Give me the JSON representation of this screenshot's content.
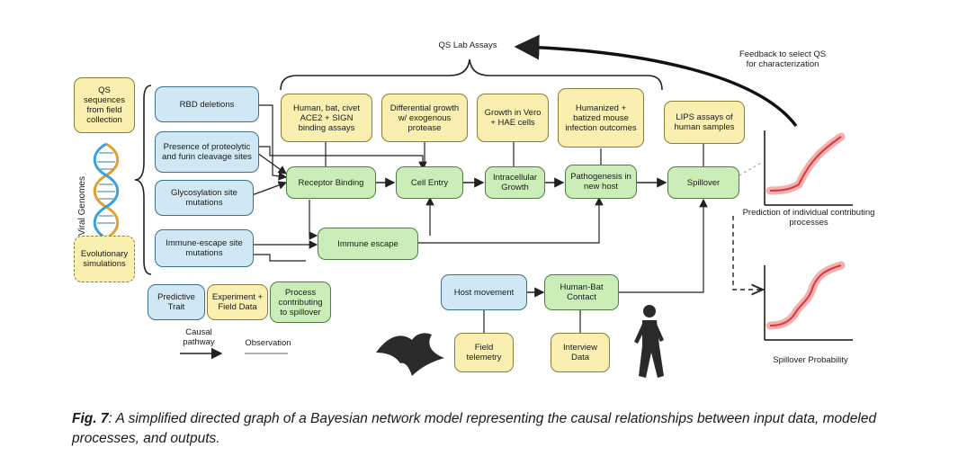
{
  "qs_lab_assays_label": "QS Lab Assays",
  "feedback_label": "Feedback to select QS for characterization",
  "viral_genomes_label": "Viral Genomes",
  "inputs": {
    "qs_sequences": "QS sequences from field collection",
    "evolutionary_simulations": "Evolutionary simulations"
  },
  "traits": [
    {
      "id": "rbd",
      "label": "RBD deletions"
    },
    {
      "id": "proteolytic",
      "label": "Presence of proteolytic and furin cleavage sites"
    },
    {
      "id": "glycosylation",
      "label": "Glycosylation site mutations"
    },
    {
      "id": "immune_escape_site",
      "label": "Immune-escape site mutations"
    }
  ],
  "assays": [
    {
      "id": "binding",
      "label": "Human, bat, civet ACE2 + SIGN binding assays"
    },
    {
      "id": "growth",
      "label": "Differential growth w/ exogenous protease"
    },
    {
      "id": "vero",
      "label": "Growth in Vero + HAE cells"
    },
    {
      "id": "mouse",
      "label": "Humanized + batized mouse infection outcomes"
    },
    {
      "id": "lips",
      "label": "LIPS assays of human samples"
    }
  ],
  "processes": [
    {
      "id": "receptor",
      "label": "Receptor Binding"
    },
    {
      "id": "entry",
      "label": "Cell Entry"
    },
    {
      "id": "intracellular",
      "label": "Intracellular Growth"
    },
    {
      "id": "pathogenesis",
      "label": "Pathogenesis in new host"
    },
    {
      "id": "spillover",
      "label": "Spillover"
    },
    {
      "id": "immune",
      "label": "Immune escape"
    },
    {
      "id": "contact",
      "label": "Human-Bat Contact"
    }
  ],
  "host_movement": "Host movement",
  "field_telemetry": "Field telemetry",
  "interview_data": "Interview Data",
  "legend": {
    "predictive_trait": "Predictive Trait",
    "experiment_field": "Experiment + Field Data",
    "process": "Process contributing to spillover",
    "causal_pathway": "Causal pathway",
    "observation": "Observation"
  },
  "prediction_label": "Prediction of individual contributing processes",
  "spillover_probability_label": "Spillover Probability",
  "caption": {
    "fig": "Fig. 7",
    "text": ": A simplified directed graph of a Bayesian network model representing the causal relationships between input data, modeled processes, and outputs."
  },
  "colors": {
    "trait_fill": "#cfe8f4",
    "data_fill": "#f8efb0",
    "process_fill": "#cbeeb9",
    "curve": "#e05050"
  }
}
